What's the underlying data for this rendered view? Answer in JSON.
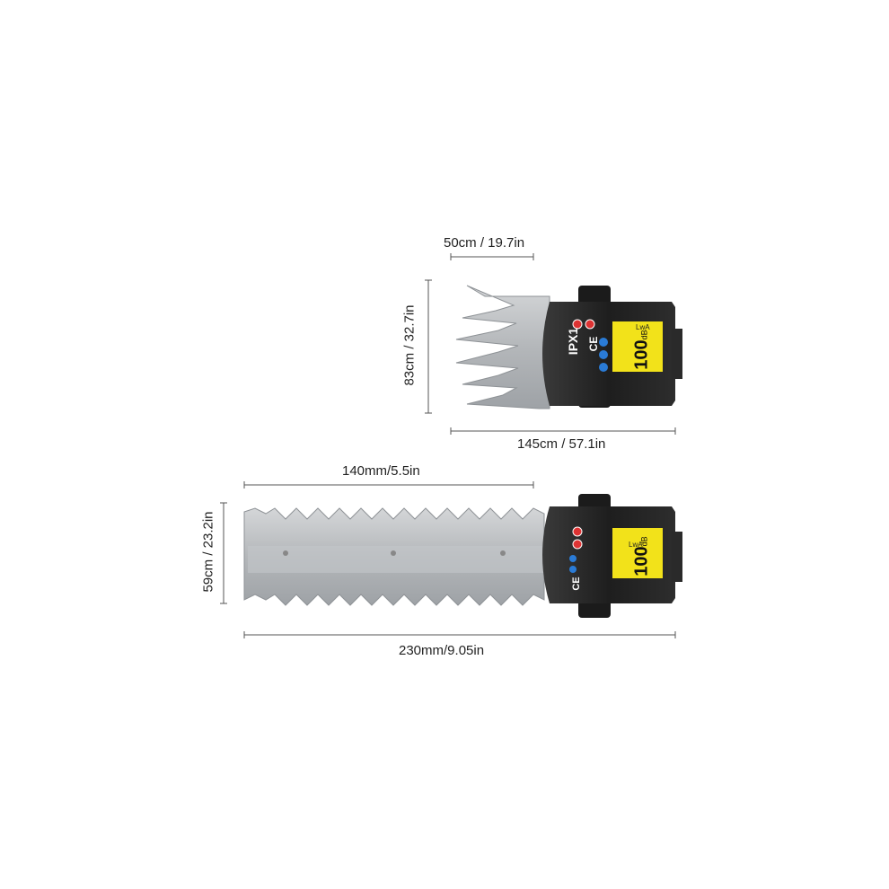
{
  "dimensions": {
    "top_width": "50cm / 19.7in",
    "top_height": "83cm / 32.7in",
    "top_total": "145cm / 57.1in",
    "bottom_blade": "140mm/5.5in",
    "bottom_height": "59cm / 23.2in",
    "bottom_total": "230mm/9.05in"
  },
  "labels": {
    "ipx": "IPX1",
    "lwa": "LwA",
    "db_value": "100",
    "db_unit": "dB",
    "ce": "CE"
  },
  "colors": {
    "body": "#232323",
    "label_yellow": "#f2e21a",
    "blade": "#b9bcbf",
    "line": "#555555"
  }
}
